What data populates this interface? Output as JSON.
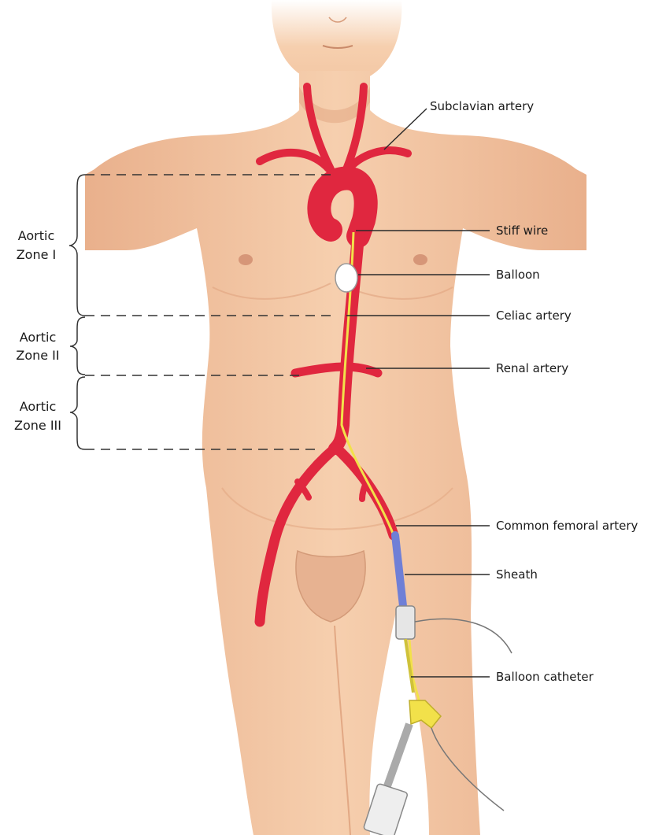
{
  "labels": {
    "subclavian_artery": "Subclavian artery",
    "stiff_wire": "Stiff wire",
    "balloon": "Balloon",
    "celiac_artery": "Celiac artery",
    "renal_artery": "Renal artery",
    "common_femoral_artery": "Common femoral artery",
    "sheath": "Sheath",
    "balloon_catheter": "Balloon catheter"
  },
  "zones": [
    {
      "line1": "Aortic",
      "line2": "Zone I"
    },
    {
      "line1": "Aortic",
      "line2": "Zone II"
    },
    {
      "line1": "Aortic",
      "line2": "Zone III"
    }
  ],
  "colors": {
    "skin": "#f3c6a3",
    "skin_shadow": "#e2a884",
    "artery": "#e0273f",
    "artery_dark": "#b81a2e",
    "wire": "#f2e14a",
    "sheath": "#6f7fd6",
    "balloon": "#ffffff"
  }
}
